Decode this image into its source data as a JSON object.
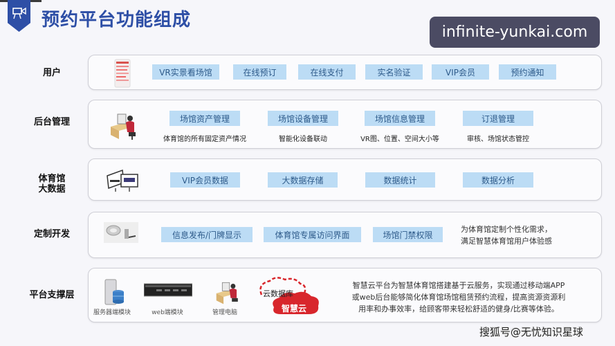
{
  "header": {
    "title": "预约平台功能组成",
    "badge_icon": "video-camera-icon",
    "accent_color": "#2e4fa6"
  },
  "watermark": {
    "text": "infinite-yunkai.com"
  },
  "rows": [
    {
      "label": "用户",
      "icon": "mobile-phone-icon",
      "chips": [
        "VR实景看场馆",
        "在线预订",
        "在线支付",
        "实名验证",
        "VIP会员",
        "预约通知"
      ]
    },
    {
      "label": "后台管理",
      "icon": "office-worker-icon",
      "chips": [
        "场馆资产管理",
        "场馆设备管理",
        "场馆信息管理",
        "订退管理"
      ],
      "captions": [
        "体育馆的所有固定资产情况",
        "智能化设备联动",
        "VR图、位置、空间大小等",
        "审核、场馆状态管控"
      ]
    },
    {
      "label_line1": "体育馆",
      "label_line2": "大数据",
      "icon": "monitors-icon",
      "chips": [
        "VIP会员数据",
        "大数据存储",
        "数据统计",
        "数据分析"
      ]
    },
    {
      "label": "定制开发",
      "icon": "devices-icon",
      "chips": [
        "信息发布/门牌显示",
        "体育馆专属访问界面",
        "场馆门禁权限"
      ],
      "description_line1": "为体育馆定制个性化需求，",
      "description_line2": "满足智慧体育馆用户体验感"
    },
    {
      "label": "平台支撑层",
      "modules": [
        {
          "icon": "server-database-icon",
          "label": "服务器端模块"
        },
        {
          "icon": "rack-server-icon",
          "label": "web端模块"
        },
        {
          "icon": "office-worker-icon",
          "label": "管理电脑"
        }
      ],
      "cloud": {
        "top_label": "云数据库",
        "main_label": "智慧云",
        "color": "#d8262c"
      },
      "description_line1": "智慧云平台为智慧体育馆搭建基于云服务，实现通过移动端APP",
      "description_line2": "或web后台能够简化体育馆场馆租赁预约流程，提高资源资源利",
      "description_line3": "用率和办事效率，给顾客带来轻松舒适的健身/比赛等体验。"
    }
  ],
  "footer": {
    "text": "搜狐号@无忧知识星球"
  }
}
